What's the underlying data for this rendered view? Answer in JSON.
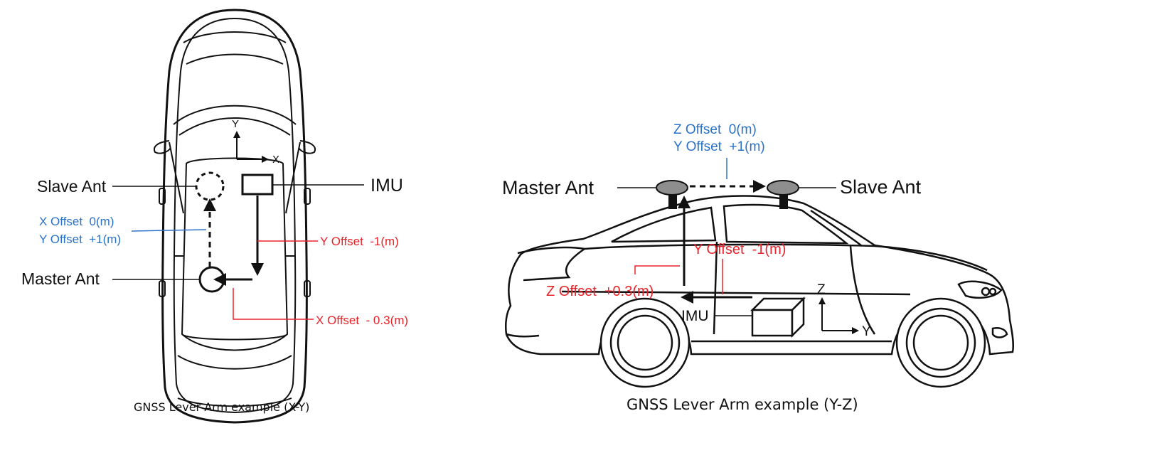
{
  "colors": {
    "black": "#111111",
    "red": "#e8232a",
    "blue": "#2a72c8",
    "gray": "#8e8e8e"
  },
  "xy": {
    "caption": "GNSS Lever Arm example (X-Y)",
    "axis_y": "Y",
    "axis_x": "X",
    "slave_ant": "Slave Ant",
    "master_ant": "Master Ant",
    "imu": "IMU",
    "blue_line1": "X Offset  0(m)",
    "blue_line2": "Y Offset  +1(m)",
    "red_y_offset": "Y Offset  -1(m)",
    "red_x_offset": "X Offset  - 0.3(m)"
  },
  "yz": {
    "caption": "GNSS Lever Arm example (Y-Z)",
    "blue_line1": "Z Offset  0(m)",
    "blue_line2": "Y Offset  +1(m)",
    "master_ant": "Master Ant",
    "slave_ant": "Slave Ant",
    "red_y_offset": "Y Offset  -1(m)",
    "red_z_offset": "Z Offset  +0.3(m)",
    "imu": "IMU",
    "axis_z": "Z",
    "axis_y": "Y"
  }
}
